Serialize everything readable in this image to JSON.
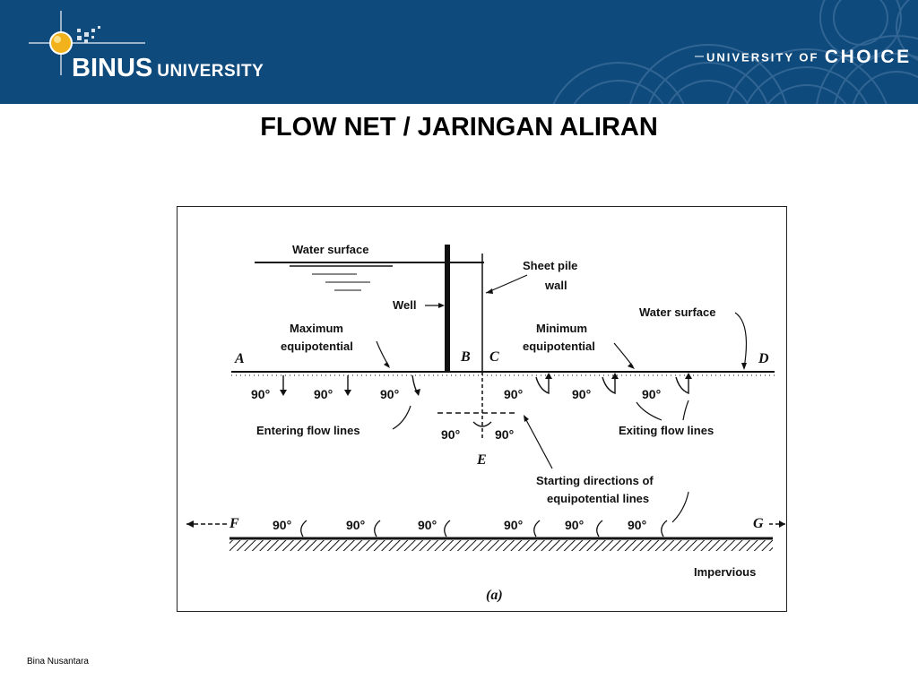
{
  "header": {
    "brand": "BINUS",
    "brand_suffix": "UNIVERSITY",
    "tagline_prefix": "UNIVERSITY OF",
    "tagline_emphasis": "CHOICE",
    "background_color": "#0f4a7c"
  },
  "slide": {
    "title": "FLOW NET / JARINGAN ALIRAN",
    "footer": "Bina Nusantara"
  },
  "diagram": {
    "labels": {
      "water_surface_left": "Water surface",
      "sheet_pile_line1": "Sheet pile",
      "sheet_pile_line2": "wall",
      "well": "Well",
      "water_surface_right": "Water surface",
      "max_equip_line1": "Maximum",
      "max_equip_line2": "equipotential",
      "min_equip_line1": "Minimum",
      "min_equip_line2": "equipotential",
      "entering": "Entering flow lines",
      "exiting": "Exiting flow lines",
      "starting_line1": "Starting directions of",
      "starting_line2": "equipotential lines",
      "impervious": "Impervious",
      "caption": "(a)"
    },
    "points": {
      "A": "A",
      "B": "B",
      "C": "C",
      "D": "D",
      "E": "E",
      "F": "F",
      "G": "G"
    },
    "angle": "90°"
  }
}
